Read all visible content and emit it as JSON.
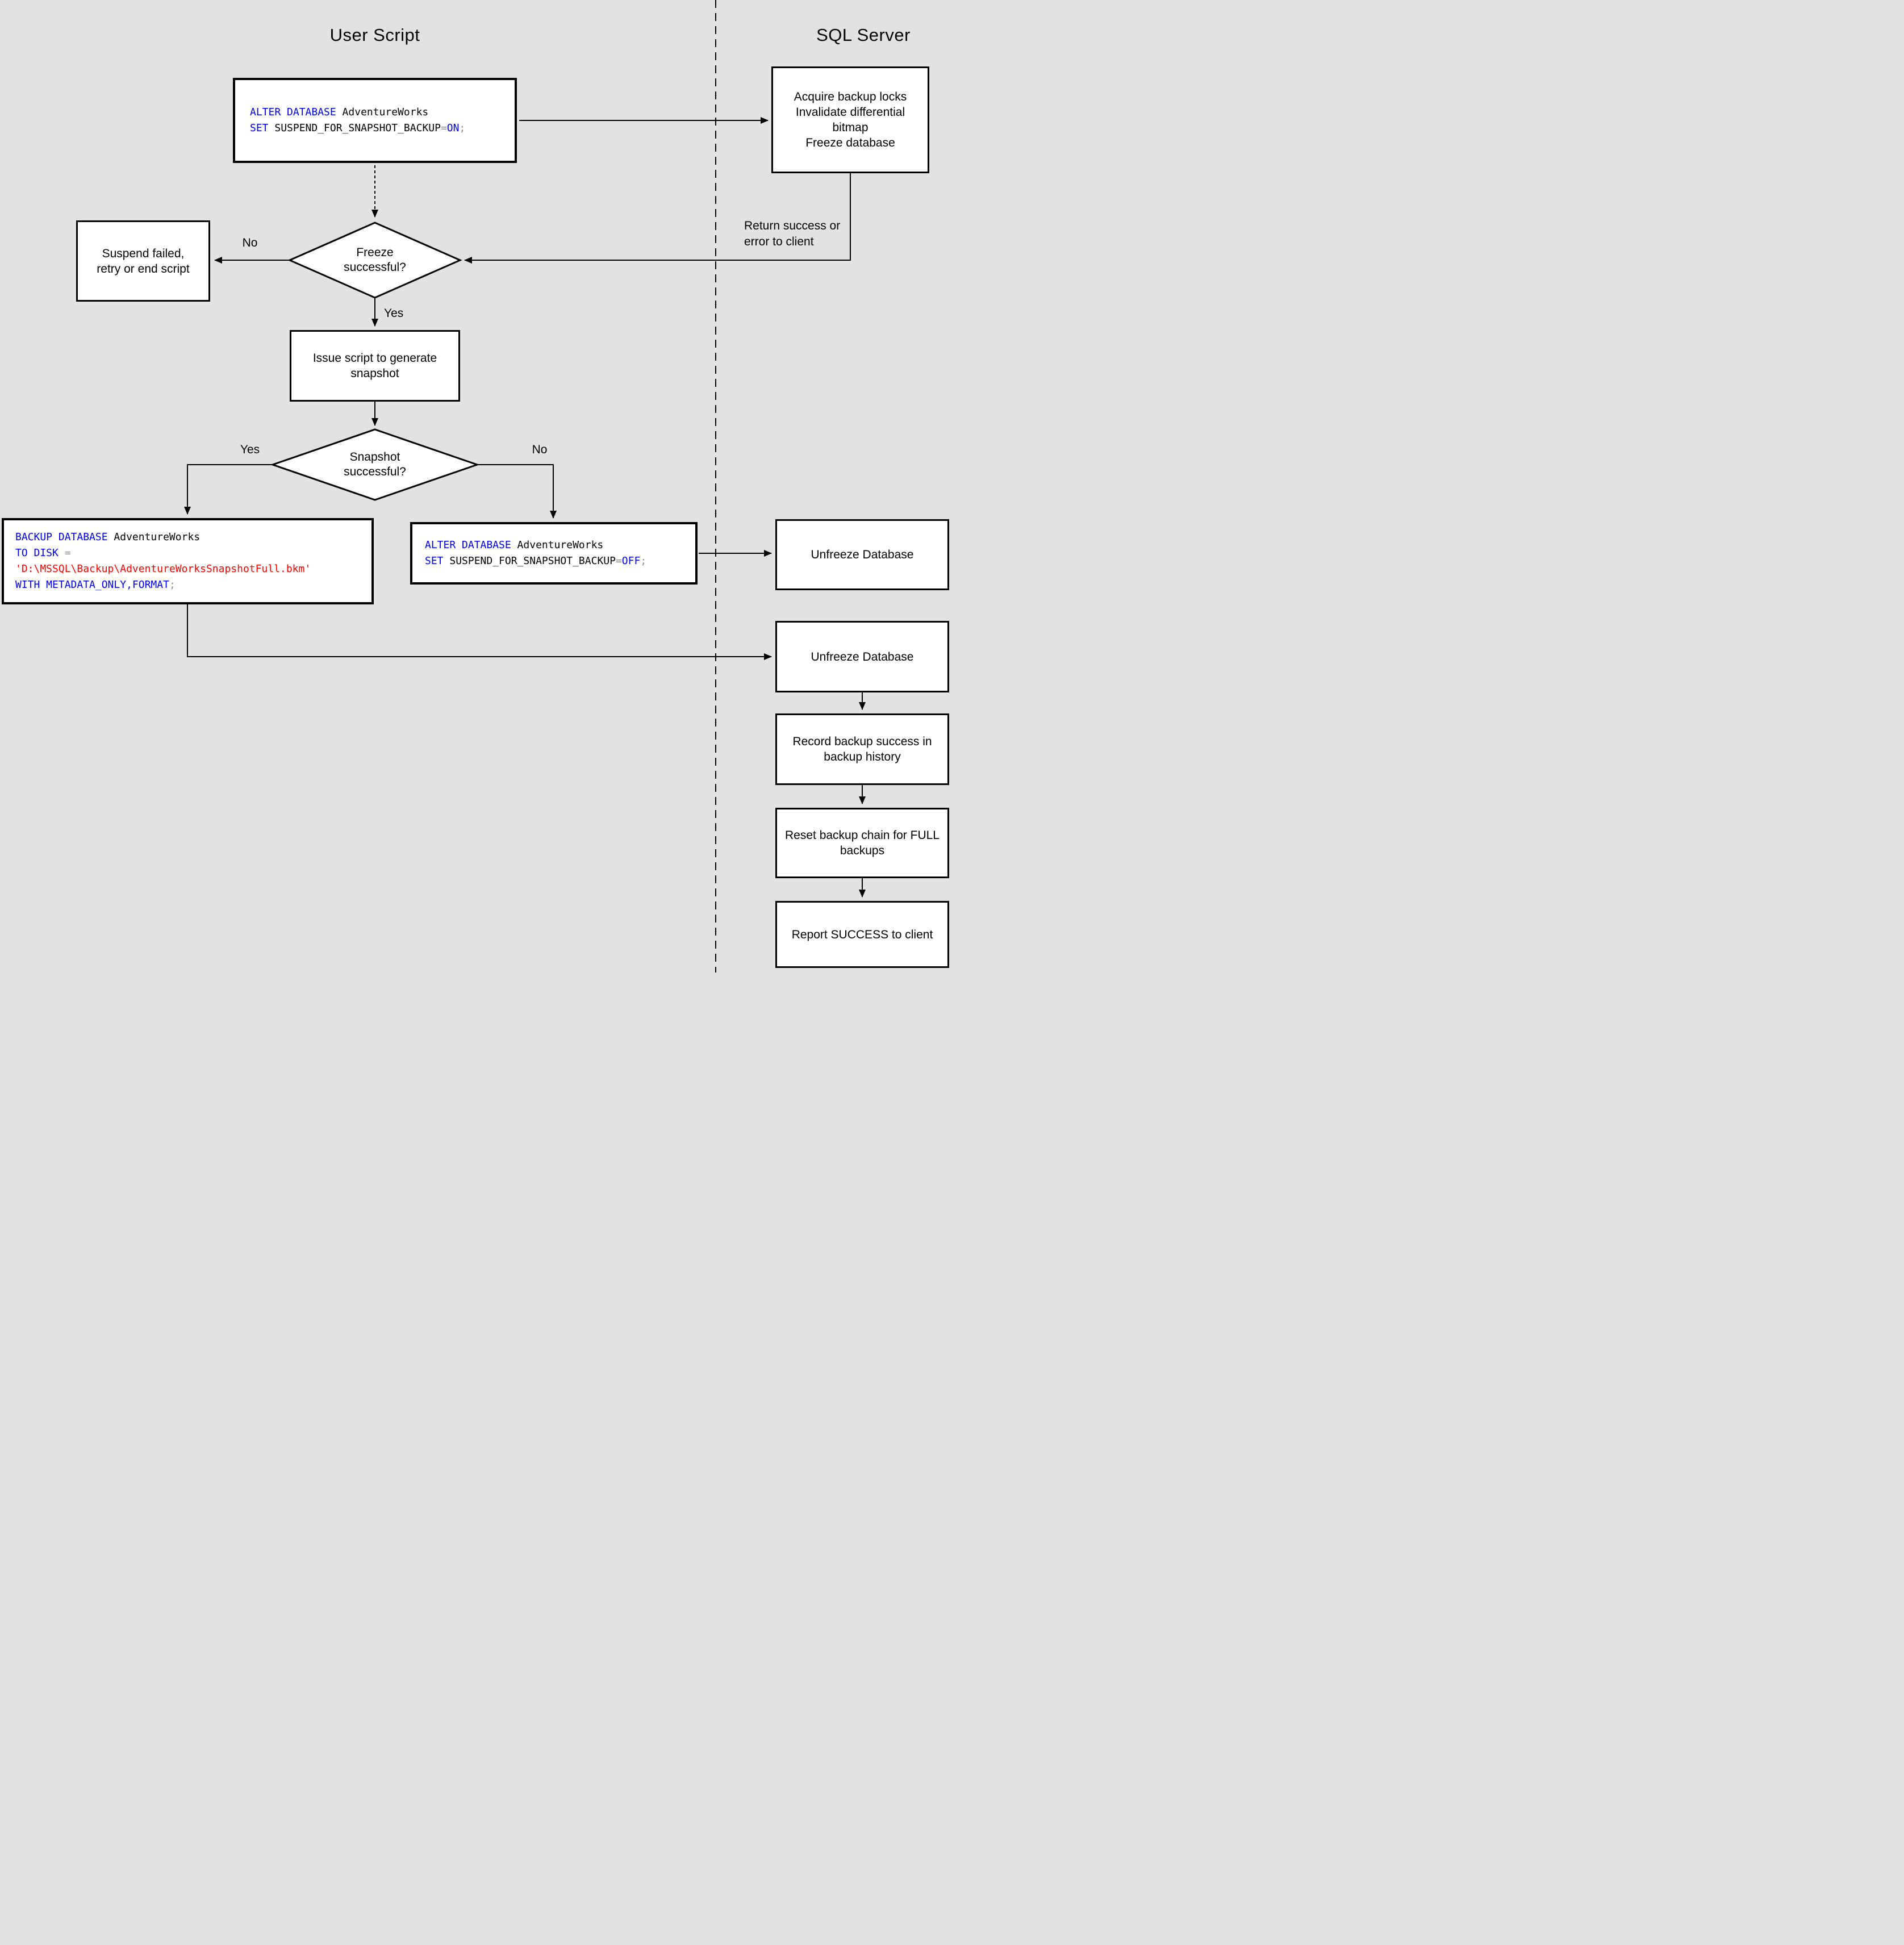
{
  "titles": {
    "user_script": "User Script",
    "sql_server": "SQL Server"
  },
  "colors": {
    "background": "#e2e2e2",
    "box_fill": "#ffffff",
    "line": "#000000",
    "keyword": "#0000f0",
    "string": "#ff0000",
    "operator": "#8e8e8e",
    "text": "#000000"
  },
  "code": {
    "alter_on": {
      "l1_kw": "ALTER DATABASE",
      "l1_id": " AdventureWorks",
      "l2_kw": "SET",
      "l2_id": " SUSPEND_FOR_SNAPSHOT_BACKUP",
      "l2_op": "=",
      "l2_val": "ON",
      "l2_end": ";"
    },
    "backup_cmd": {
      "l1_kw": "BACKUP DATABASE",
      "l1_id": " AdventureWorks",
      "l2_kw": "TO DISK",
      "l2_op": " =",
      "l3_str": "'D:\\MSSQL\\Backup\\AdventureWorksSnapshotFull.bkm'",
      "l4_kw": "WITH METADATA_ONLY,FORMAT",
      "l4_end": ";"
    },
    "alter_off": {
      "l1_kw": "ALTER DATABASE",
      "l1_id": " AdventureWorks",
      "l2_kw": "SET",
      "l2_id": " SUSPEND_FOR_SNAPSHOT_BACKUP",
      "l2_op": "=",
      "l2_val": "OFF",
      "l2_end": ";"
    }
  },
  "nodes": {
    "acquire": "Acquire backup locks\nInvalidate differential bitmap\nFreeze database",
    "suspend": "Suspend failed,\nretry or end script",
    "freeze_q": "Freeze\nsuccessful?",
    "issue": "Issue script to generate\nsnapshot",
    "snapshot_q": "Snapshot\nsuccessful?",
    "unfreeze_1": "Unfreeze Database",
    "unfreeze_2": "Unfreeze Database",
    "record": "Record backup success in\nbackup history",
    "reset": "Reset backup chain for FULL\nbackups",
    "report": "Report SUCCESS to client"
  },
  "labels": {
    "freeze_no": "No",
    "freeze_yes": "Yes",
    "snapshot_yes": "Yes",
    "snapshot_no": "No",
    "return_note": "Return success or\nerror to client"
  }
}
